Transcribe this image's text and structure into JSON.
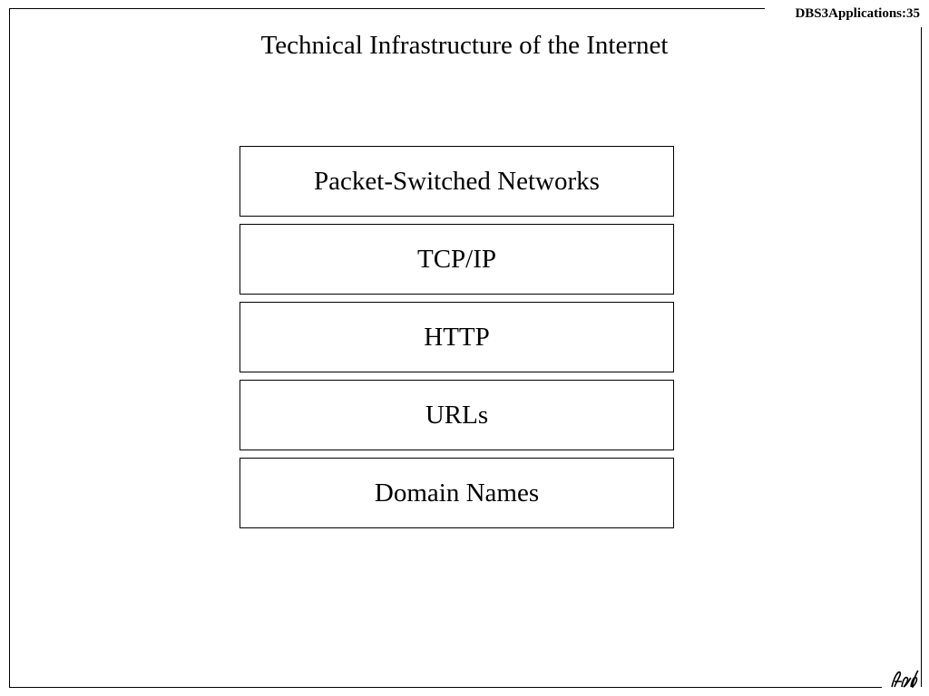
{
  "header": {
    "slide_label": "DBS3Applications:35"
  },
  "title": "Technical Infrastructure of the Internet",
  "layers": [
    {
      "label": "Packet-Switched Networks"
    },
    {
      "label": "TCP/IP"
    },
    {
      "label": "HTTP"
    },
    {
      "label": "URLs"
    },
    {
      "label": "Domain Names"
    }
  ],
  "icons": {
    "logo": "logo-mark"
  },
  "colors": {
    "stroke": "#000000",
    "background": "#ffffff"
  }
}
